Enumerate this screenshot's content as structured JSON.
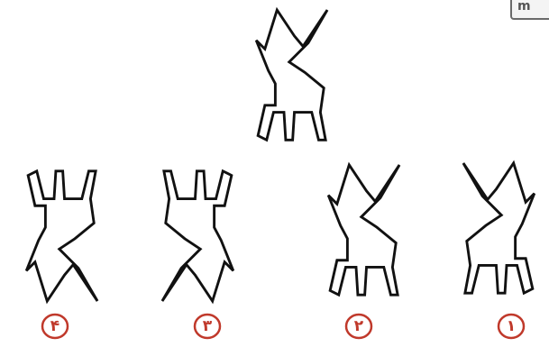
{
  "corner_label": "m",
  "question_figure": {
    "icon": "cat-silhouette-outline"
  },
  "options": [
    {
      "label": "۴",
      "icon": "cat-silhouette-flipped-vertical"
    },
    {
      "label": "۳",
      "icon": "cat-silhouette-flipped-vertical-mirrored"
    },
    {
      "label": "۲",
      "icon": "cat-silhouette-upright"
    },
    {
      "label": "۱",
      "icon": "cat-silhouette-mirrored"
    }
  ],
  "colors": {
    "stroke": "#111111",
    "label_red": "#c0392b",
    "corner_border": "#6a6a6a"
  }
}
